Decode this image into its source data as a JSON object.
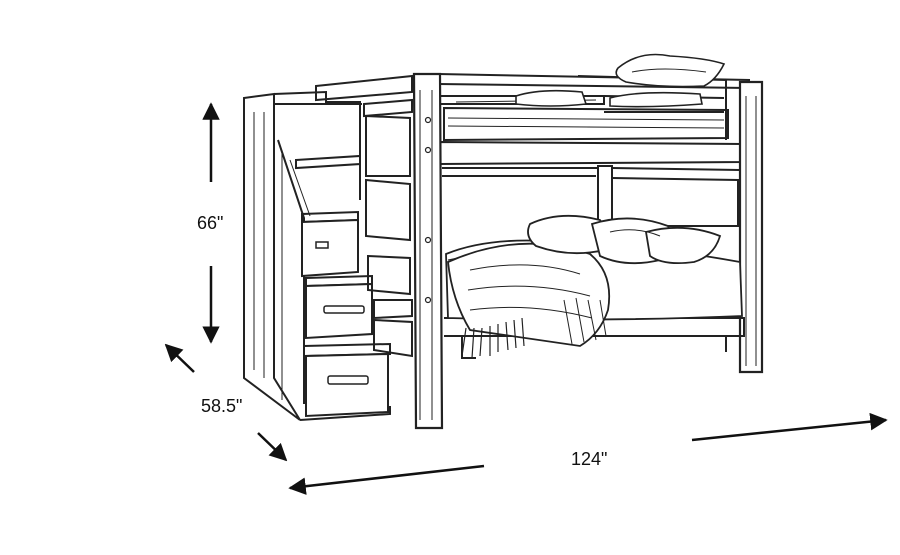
{
  "dimensions": {
    "height": "66\"",
    "depth": "58.5\"",
    "width": "124\""
  },
  "colors": {
    "line": "#222222",
    "shade": "#555555",
    "background": "#ffffff"
  },
  "illustration": {
    "subject": "bunk-bed-with-staircase-line-drawing"
  }
}
